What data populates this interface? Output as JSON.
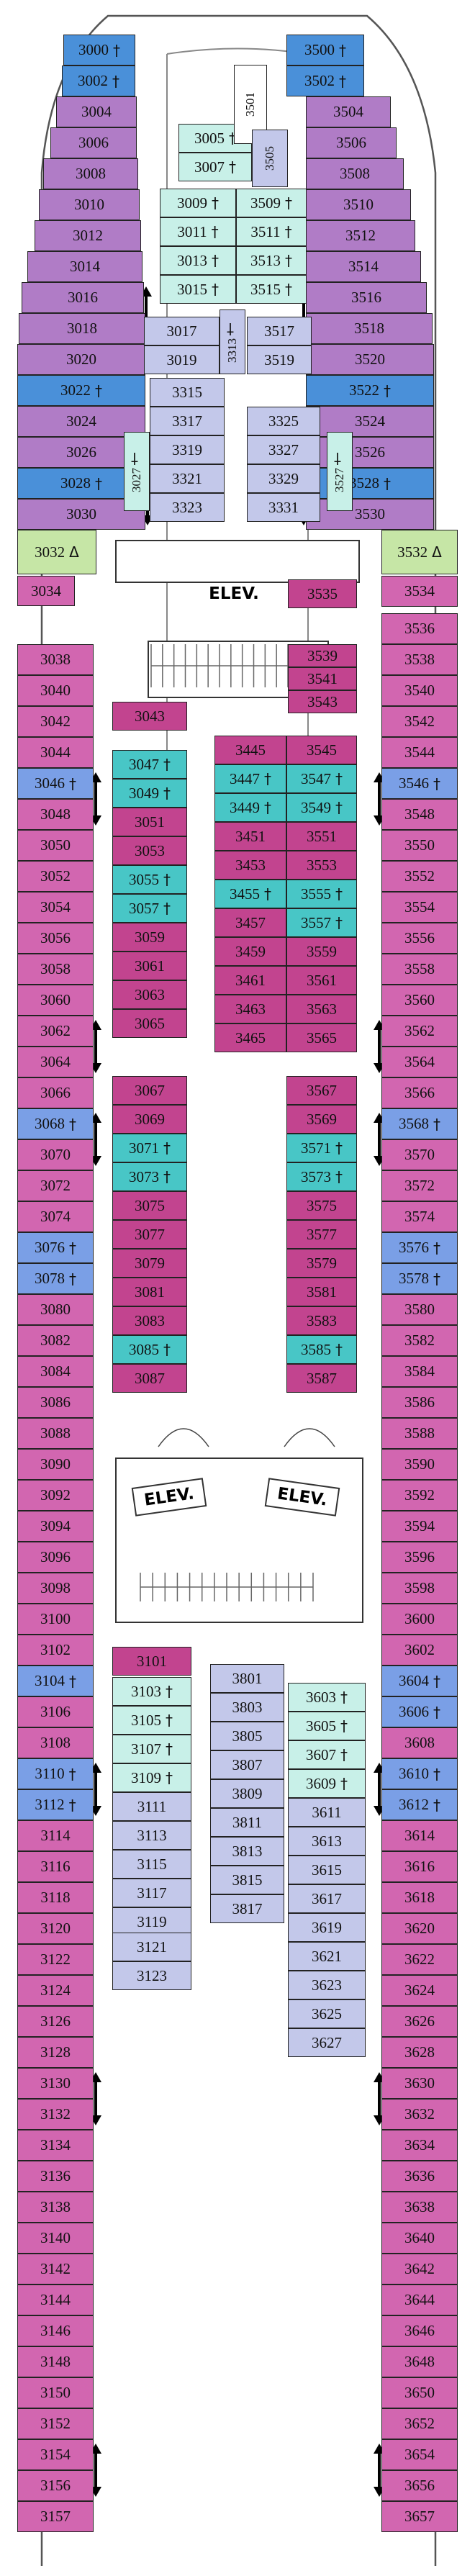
{
  "colors": {
    "A": "#4a90d9",
    "B": "#b07cc6",
    "C": "#c8f0e8",
    "D": "#c3c8ea",
    "E": "#c2448f",
    "F": "#48c6c6",
    "G": "#7a9fe6",
    "H": "#c6e6a6",
    "I": "#d266b0",
    "W": "#ffffff"
  },
  "elevator_label": "ELEV.",
  "accessible_symbol": "♿",
  "cabins": [
    {
      "n": "3000",
      "s": "†",
      "c": "A"
    },
    {
      "n": "3002",
      "s": "†",
      "c": "A"
    },
    {
      "n": "3004",
      "s": "",
      "c": "B"
    },
    {
      "n": "3006",
      "s": "",
      "c": "B"
    },
    {
      "n": "3008",
      "s": "",
      "c": "B"
    },
    {
      "n": "3010",
      "s": "",
      "c": "B"
    },
    {
      "n": "3012",
      "s": "",
      "c": "B"
    },
    {
      "n": "3014",
      "s": "",
      "c": "B"
    },
    {
      "n": "3016",
      "s": "",
      "c": "B"
    },
    {
      "n": "3018",
      "s": "",
      "c": "B"
    },
    {
      "n": "3020",
      "s": "",
      "c": "B"
    },
    {
      "n": "3022",
      "s": "†",
      "c": "A"
    },
    {
      "n": "3024",
      "s": "",
      "c": "B"
    },
    {
      "n": "3026",
      "s": "",
      "c": "B"
    },
    {
      "n": "3028",
      "s": "†",
      "c": "A"
    },
    {
      "n": "3030",
      "s": "",
      "c": "B"
    },
    {
      "n": "3032",
      "s": "Δ",
      "c": "H"
    },
    {
      "n": "3034",
      "s": "",
      "c": "I"
    },
    {
      "n": "3038",
      "s": "",
      "c": "I"
    },
    {
      "n": "3040",
      "s": "",
      "c": "I"
    },
    {
      "n": "3042",
      "s": "",
      "c": "I"
    },
    {
      "n": "3044",
      "s": "",
      "c": "I"
    },
    {
      "n": "3046",
      "s": "†",
      "c": "G"
    },
    {
      "n": "3048",
      "s": "",
      "c": "I"
    },
    {
      "n": "3050",
      "s": "",
      "c": "I"
    },
    {
      "n": "3052",
      "s": "",
      "c": "I"
    },
    {
      "n": "3054",
      "s": "",
      "c": "I"
    },
    {
      "n": "3056",
      "s": "",
      "c": "I"
    },
    {
      "n": "3058",
      "s": "",
      "c": "I"
    },
    {
      "n": "3060",
      "s": "",
      "c": "I"
    },
    {
      "n": "3062",
      "s": "",
      "c": "I"
    },
    {
      "n": "3064",
      "s": "",
      "c": "I"
    },
    {
      "n": "3066",
      "s": "",
      "c": "I"
    },
    {
      "n": "3068",
      "s": "†",
      "c": "G"
    },
    {
      "n": "3070",
      "s": "",
      "c": "I"
    },
    {
      "n": "3072",
      "s": "",
      "c": "I"
    },
    {
      "n": "3074",
      "s": "",
      "c": "I"
    },
    {
      "n": "3076",
      "s": "†",
      "c": "G"
    },
    {
      "n": "3078",
      "s": "†",
      "c": "G"
    },
    {
      "n": "3080",
      "s": "",
      "c": "I"
    },
    {
      "n": "3082",
      "s": "",
      "c": "I"
    },
    {
      "n": "3084",
      "s": "",
      "c": "I"
    },
    {
      "n": "3086",
      "s": "",
      "c": "I"
    },
    {
      "n": "3088",
      "s": "",
      "c": "I"
    },
    {
      "n": "3090",
      "s": "",
      "c": "I"
    },
    {
      "n": "3092",
      "s": "",
      "c": "I"
    },
    {
      "n": "3094",
      "s": "",
      "c": "I"
    },
    {
      "n": "3096",
      "s": "",
      "c": "I"
    },
    {
      "n": "3098",
      "s": "",
      "c": "I"
    },
    {
      "n": "3100",
      "s": "",
      "c": "I"
    },
    {
      "n": "3102",
      "s": "",
      "c": "I"
    },
    {
      "n": "3104",
      "s": "†",
      "c": "G"
    },
    {
      "n": "3106",
      "s": "",
      "c": "I"
    },
    {
      "n": "3108",
      "s": "",
      "c": "I"
    },
    {
      "n": "3110",
      "s": "†",
      "c": "G"
    },
    {
      "n": "3112",
      "s": "†",
      "c": "G"
    },
    {
      "n": "3114",
      "s": "",
      "c": "I"
    },
    {
      "n": "3116",
      "s": "",
      "c": "I"
    },
    {
      "n": "3118",
      "s": "",
      "c": "I"
    },
    {
      "n": "3120",
      "s": "",
      "c": "I"
    },
    {
      "n": "3122",
      "s": "",
      "c": "I"
    },
    {
      "n": "3124",
      "s": "",
      "c": "I"
    },
    {
      "n": "3126",
      "s": "",
      "c": "I"
    },
    {
      "n": "3128",
      "s": "",
      "c": "I"
    },
    {
      "n": "3130",
      "s": "",
      "c": "I"
    },
    {
      "n": "3132",
      "s": "",
      "c": "I"
    },
    {
      "n": "3134",
      "s": "",
      "c": "I"
    },
    {
      "n": "3136",
      "s": "",
      "c": "I"
    },
    {
      "n": "3138",
      "s": "",
      "c": "I"
    },
    {
      "n": "3140",
      "s": "",
      "c": "I"
    },
    {
      "n": "3142",
      "s": "",
      "c": "I"
    },
    {
      "n": "3144",
      "s": "",
      "c": "I"
    },
    {
      "n": "3146",
      "s": "",
      "c": "I"
    },
    {
      "n": "3148",
      "s": "",
      "c": "I"
    },
    {
      "n": "3150",
      "s": "",
      "c": "I"
    },
    {
      "n": "3152",
      "s": "",
      "c": "I"
    },
    {
      "n": "3154",
      "s": "",
      "c": "I"
    },
    {
      "n": "3156",
      "s": "",
      "c": "I"
    },
    {
      "n": "3157",
      "s": "",
      "c": "I"
    },
    {
      "n": "3500",
      "s": "†",
      "c": "A"
    },
    {
      "n": "3502",
      "s": "†",
      "c": "A"
    },
    {
      "n": "3504",
      "s": "",
      "c": "B"
    },
    {
      "n": "3506",
      "s": "",
      "c": "B"
    },
    {
      "n": "3508",
      "s": "",
      "c": "B"
    },
    {
      "n": "3510",
      "s": "",
      "c": "B"
    },
    {
      "n": "3512",
      "s": "",
      "c": "B"
    },
    {
      "n": "3514",
      "s": "",
      "c": "B"
    },
    {
      "n": "3516",
      "s": "",
      "c": "B"
    },
    {
      "n": "3518",
      "s": "",
      "c": "B"
    },
    {
      "n": "3520",
      "s": "",
      "c": "B"
    },
    {
      "n": "3522",
      "s": "†",
      "c": "A"
    },
    {
      "n": "3524",
      "s": "",
      "c": "B"
    },
    {
      "n": "3526",
      "s": "",
      "c": "B"
    },
    {
      "n": "3528",
      "s": "†",
      "c": "A"
    },
    {
      "n": "3530",
      "s": "",
      "c": "B"
    },
    {
      "n": "3532",
      "s": "Δ",
      "c": "H"
    },
    {
      "n": "3534",
      "s": "",
      "c": "I"
    },
    {
      "n": "3536",
      "s": "",
      "c": "I"
    },
    {
      "n": "3538",
      "s": "",
      "c": "I"
    },
    {
      "n": "3540",
      "s": "",
      "c": "I"
    },
    {
      "n": "3542",
      "s": "",
      "c": "I"
    },
    {
      "n": "3544",
      "s": "",
      "c": "I"
    },
    {
      "n": "3546",
      "s": "†",
      "c": "G"
    },
    {
      "n": "3548",
      "s": "",
      "c": "I"
    },
    {
      "n": "3550",
      "s": "",
      "c": "I"
    },
    {
      "n": "3552",
      "s": "",
      "c": "I"
    },
    {
      "n": "3554",
      "s": "",
      "c": "I"
    },
    {
      "n": "3556",
      "s": "",
      "c": "I"
    },
    {
      "n": "3558",
      "s": "",
      "c": "I"
    },
    {
      "n": "3560",
      "s": "",
      "c": "I"
    },
    {
      "n": "3562",
      "s": "",
      "c": "I"
    },
    {
      "n": "3564",
      "s": "",
      "c": "I"
    },
    {
      "n": "3566",
      "s": "",
      "c": "I"
    },
    {
      "n": "3568",
      "s": "†",
      "c": "G"
    },
    {
      "n": "3570",
      "s": "",
      "c": "I"
    },
    {
      "n": "3572",
      "s": "",
      "c": "I"
    },
    {
      "n": "3574",
      "s": "",
      "c": "I"
    },
    {
      "n": "3576",
      "s": "†",
      "c": "G"
    },
    {
      "n": "3578",
      "s": "†",
      "c": "G"
    },
    {
      "n": "3580",
      "s": "",
      "c": "I"
    },
    {
      "n": "3582",
      "s": "",
      "c": "I"
    },
    {
      "n": "3584",
      "s": "",
      "c": "I"
    },
    {
      "n": "3586",
      "s": "",
      "c": "I"
    },
    {
      "n": "3588",
      "s": "",
      "c": "I"
    },
    {
      "n": "3590",
      "s": "",
      "c": "I"
    },
    {
      "n": "3592",
      "s": "",
      "c": "I"
    },
    {
      "n": "3594",
      "s": "",
      "c": "I"
    },
    {
      "n": "3596",
      "s": "",
      "c": "I"
    },
    {
      "n": "3598",
      "s": "",
      "c": "I"
    },
    {
      "n": "3600",
      "s": "",
      "c": "I"
    },
    {
      "n": "3602",
      "s": "",
      "c": "I"
    },
    {
      "n": "3604",
      "s": "†",
      "c": "G"
    },
    {
      "n": "3606",
      "s": "†",
      "c": "G"
    },
    {
      "n": "3608",
      "s": "",
      "c": "I"
    },
    {
      "n": "3610",
      "s": "†",
      "c": "G"
    },
    {
      "n": "3612",
      "s": "†",
      "c": "G"
    },
    {
      "n": "3614",
      "s": "",
      "c": "I"
    },
    {
      "n": "3616",
      "s": "",
      "c": "I"
    },
    {
      "n": "3618",
      "s": "",
      "c": "I"
    },
    {
      "n": "3620",
      "s": "",
      "c": "I"
    },
    {
      "n": "3622",
      "s": "",
      "c": "I"
    },
    {
      "n": "3624",
      "s": "",
      "c": "I"
    },
    {
      "n": "3626",
      "s": "",
      "c": "I"
    },
    {
      "n": "3628",
      "s": "",
      "c": "I"
    },
    {
      "n": "3630",
      "s": "",
      "c": "I"
    },
    {
      "n": "3632",
      "s": "",
      "c": "I"
    },
    {
      "n": "3634",
      "s": "",
      "c": "I"
    },
    {
      "n": "3636",
      "s": "",
      "c": "I"
    },
    {
      "n": "3638",
      "s": "",
      "c": "I"
    },
    {
      "n": "3640",
      "s": "",
      "c": "I"
    },
    {
      "n": "3642",
      "s": "",
      "c": "I"
    },
    {
      "n": "3644",
      "s": "",
      "c": "I"
    },
    {
      "n": "3646",
      "s": "",
      "c": "I"
    },
    {
      "n": "3648",
      "s": "",
      "c": "I"
    },
    {
      "n": "3650",
      "s": "",
      "c": "I"
    },
    {
      "n": "3652",
      "s": "",
      "c": "I"
    },
    {
      "n": "3654",
      "s": "",
      "c": "I"
    },
    {
      "n": "3656",
      "s": "",
      "c": "I"
    },
    {
      "n": "3657",
      "s": "",
      "c": "I"
    },
    {
      "n": "3005",
      "s": "†",
      "c": "C"
    },
    {
      "n": "3007",
      "s": "†",
      "c": "C"
    },
    {
      "n": "3009",
      "s": "†",
      "c": "C"
    },
    {
      "n": "3011",
      "s": "†",
      "c": "C"
    },
    {
      "n": "3013",
      "s": "†",
      "c": "C"
    },
    {
      "n": "3015",
      "s": "†",
      "c": "C"
    },
    {
      "n": "3017",
      "s": "",
      "c": "D"
    },
    {
      "n": "3019",
      "s": "",
      "c": "D"
    },
    {
      "n": "3501",
      "s": "",
      "c": "W"
    },
    {
      "n": "3505",
      "s": "",
      "c": "D"
    },
    {
      "n": "3509",
      "s": "†",
      "c": "C"
    },
    {
      "n": "3511",
      "s": "†",
      "c": "C"
    },
    {
      "n": "3513",
      "s": "†",
      "c": "C"
    },
    {
      "n": "3515",
      "s": "†",
      "c": "C"
    },
    {
      "n": "3517",
      "s": "",
      "c": "D"
    },
    {
      "n": "3519",
      "s": "",
      "c": "D"
    },
    {
      "n": "3313",
      "s": "†",
      "c": "D"
    },
    {
      "n": "3315",
      "s": "",
      "c": "D"
    },
    {
      "n": "3317",
      "s": "",
      "c": "D"
    },
    {
      "n": "3319",
      "s": "",
      "c": "D"
    },
    {
      "n": "3321",
      "s": "",
      "c": "D"
    },
    {
      "n": "3323",
      "s": "",
      "c": "D"
    },
    {
      "n": "3027",
      "s": "†",
      "c": "C"
    },
    {
      "n": "3325",
      "s": "",
      "c": "D"
    },
    {
      "n": "3327",
      "s": "",
      "c": "D"
    },
    {
      "n": "3329",
      "s": "",
      "c": "D"
    },
    {
      "n": "3331",
      "s": "",
      "c": "D"
    },
    {
      "n": "3527",
      "s": "†",
      "c": "C"
    },
    {
      "n": "3535",
      "s": "",
      "c": "E"
    },
    {
      "n": "3539",
      "s": "",
      "c": "E"
    },
    {
      "n": "3541",
      "s": "",
      "c": "E"
    },
    {
      "n": "3543",
      "s": "",
      "c": "E"
    },
    {
      "n": "3043",
      "s": "",
      "c": "E"
    },
    {
      "n": "3445",
      "s": "",
      "c": "E"
    },
    {
      "n": "3545",
      "s": "",
      "c": "E"
    },
    {
      "n": "3447",
      "s": "†",
      "c": "F"
    },
    {
      "n": "3547",
      "s": "†",
      "c": "F"
    },
    {
      "n": "3449",
      "s": "†",
      "c": "F"
    },
    {
      "n": "3549",
      "s": "†",
      "c": "F"
    },
    {
      "n": "3451",
      "s": "",
      "c": "E"
    },
    {
      "n": "3551",
      "s": "",
      "c": "E"
    },
    {
      "n": "3453",
      "s": "",
      "c": "E"
    },
    {
      "n": "3553",
      "s": "",
      "c": "E"
    },
    {
      "n": "3455",
      "s": "†",
      "c": "F"
    },
    {
      "n": "3555",
      "s": "†",
      "c": "F"
    },
    {
      "n": "3457",
      "s": "",
      "c": "E"
    },
    {
      "n": "3557",
      "s": "†",
      "c": "F"
    },
    {
      "n": "3459",
      "s": "",
      "c": "E"
    },
    {
      "n": "3559",
      "s": "",
      "c": "E"
    },
    {
      "n": "3461",
      "s": "",
      "c": "E"
    },
    {
      "n": "3561",
      "s": "",
      "c": "E"
    },
    {
      "n": "3463",
      "s": "",
      "c": "E"
    },
    {
      "n": "3563",
      "s": "",
      "c": "E"
    },
    {
      "n": "3465",
      "s": "",
      "c": "E"
    },
    {
      "n": "3565",
      "s": "",
      "c": "E"
    },
    {
      "n": "3047",
      "s": "†",
      "c": "F"
    },
    {
      "n": "3049",
      "s": "†",
      "c": "F"
    },
    {
      "n": "3051",
      "s": "",
      "c": "E"
    },
    {
      "n": "3053",
      "s": "",
      "c": "E"
    },
    {
      "n": "3055",
      "s": "†",
      "c": "F"
    },
    {
      "n": "3057",
      "s": "†",
      "c": "F"
    },
    {
      "n": "3059",
      "s": "",
      "c": "E"
    },
    {
      "n": "3061",
      "s": "",
      "c": "E"
    },
    {
      "n": "3063",
      "s": "",
      "c": "E"
    },
    {
      "n": "3065",
      "s": "",
      "c": "E"
    },
    {
      "n": "3067",
      "s": "",
      "c": "E"
    },
    {
      "n": "3069",
      "s": "",
      "c": "E"
    },
    {
      "n": "3071",
      "s": "†",
      "c": "F"
    },
    {
      "n": "3073",
      "s": "†",
      "c": "F"
    },
    {
      "n": "3075",
      "s": "",
      "c": "E"
    },
    {
      "n": "3077",
      "s": "",
      "c": "E"
    },
    {
      "n": "3079",
      "s": "",
      "c": "E"
    },
    {
      "n": "3081",
      "s": "",
      "c": "E"
    },
    {
      "n": "3083",
      "s": "",
      "c": "E"
    },
    {
      "n": "3085",
      "s": "†",
      "c": "F"
    },
    {
      "n": "3087",
      "s": "",
      "c": "E"
    },
    {
      "n": "3567",
      "s": "",
      "c": "E"
    },
    {
      "n": "3569",
      "s": "",
      "c": "E"
    },
    {
      "n": "3571",
      "s": "†",
      "c": "F"
    },
    {
      "n": "3573",
      "s": "†",
      "c": "F"
    },
    {
      "n": "3575",
      "s": "",
      "c": "E"
    },
    {
      "n": "3577",
      "s": "",
      "c": "E"
    },
    {
      "n": "3579",
      "s": "",
      "c": "E"
    },
    {
      "n": "3581",
      "s": "",
      "c": "E"
    },
    {
      "n": "3583",
      "s": "",
      "c": "E"
    },
    {
      "n": "3585",
      "s": "†",
      "c": "F"
    },
    {
      "n": "3587",
      "s": "",
      "c": "E"
    },
    {
      "n": "3101",
      "s": "",
      "c": "E"
    },
    {
      "n": "3103",
      "s": "†",
      "c": "C"
    },
    {
      "n": "3105",
      "s": "†",
      "c": "C"
    },
    {
      "n": "3107",
      "s": "†",
      "c": "C"
    },
    {
      "n": "3109",
      "s": "†",
      "c": "C"
    },
    {
      "n": "3111",
      "s": "",
      "c": "D"
    },
    {
      "n": "3113",
      "s": "",
      "c": "D"
    },
    {
      "n": "3115",
      "s": "",
      "c": "D"
    },
    {
      "n": "3117",
      "s": "",
      "c": "D"
    },
    {
      "n": "3119",
      "s": "",
      "c": "D"
    },
    {
      "n": "3121",
      "s": "",
      "c": "D"
    },
    {
      "n": "3123",
      "s": "",
      "c": "D"
    },
    {
      "n": "3801",
      "s": "",
      "c": "D"
    },
    {
      "n": "3803",
      "s": "",
      "c": "D"
    },
    {
      "n": "3805",
      "s": "",
      "c": "D"
    },
    {
      "n": "3807",
      "s": "",
      "c": "D"
    },
    {
      "n": "3809",
      "s": "",
      "c": "D"
    },
    {
      "n": "3811",
      "s": "",
      "c": "D"
    },
    {
      "n": "3813",
      "s": "",
      "c": "D"
    },
    {
      "n": "3815",
      "s": "",
      "c": "D"
    },
    {
      "n": "3817",
      "s": "",
      "c": "D"
    },
    {
      "n": "3603",
      "s": "†",
      "c": "C"
    },
    {
      "n": "3605",
      "s": "†",
      "c": "C"
    },
    {
      "n": "3607",
      "s": "†",
      "c": "C"
    },
    {
      "n": "3609",
      "s": "†",
      "c": "C"
    },
    {
      "n": "3611",
      "s": "",
      "c": "D"
    },
    {
      "n": "3613",
      "s": "",
      "c": "D"
    },
    {
      "n": "3615",
      "s": "",
      "c": "D"
    },
    {
      "n": "3617",
      "s": "",
      "c": "D"
    },
    {
      "n": "3619",
      "s": "",
      "c": "D"
    },
    {
      "n": "3621",
      "s": "",
      "c": "D"
    },
    {
      "n": "3623",
      "s": "",
      "c": "D"
    },
    {
      "n": "3625",
      "s": "",
      "c": "D"
    },
    {
      "n": "3627",
      "s": "",
      "c": "D"
    }
  ]
}
